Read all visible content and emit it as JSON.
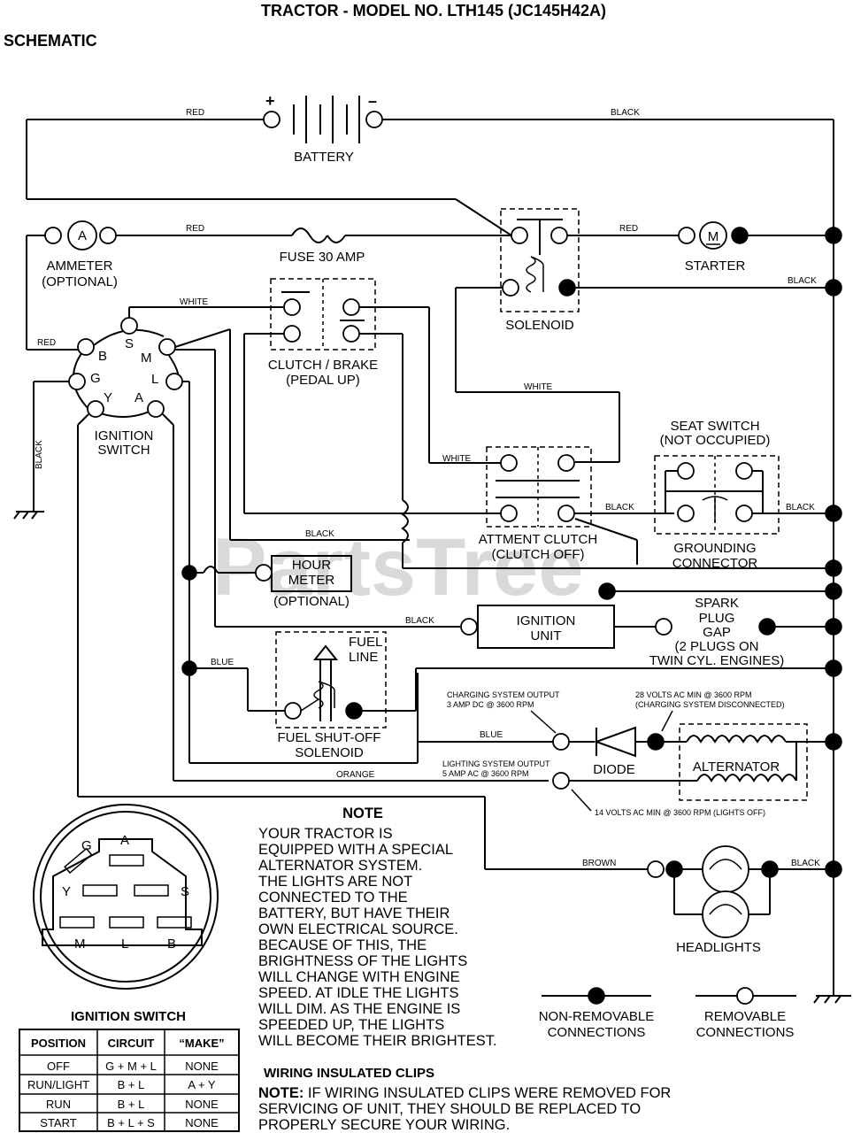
{
  "header": {
    "title": "TRACTOR - MODEL NO. LTH145 (JC145H42A)",
    "subtitle": "SCHEMATIC"
  },
  "watermark": "PartsTree",
  "components": {
    "battery": "BATTERY",
    "battery_plus": "+",
    "battery_minus": "–",
    "ammeter_symbol": "A",
    "ammeter_line1": "AMMETER",
    "ammeter_line2": "(OPTIONAL)",
    "fuse": "FUSE 30 AMP",
    "solenoid": "SOLENOID",
    "starter_symbol": "M",
    "starter": "STARTER",
    "clutch_line1": "CLUTCH / BRAKE",
    "clutch_line2": "(PEDAL UP)",
    "ign_switch_line1": "IGNITION",
    "ign_switch_line2": "SWITCH",
    "ign_terminals": [
      "S",
      "B",
      "M",
      "G",
      "L",
      "Y",
      "A"
    ],
    "seat_line1": "SEAT SWITCH",
    "seat_line2": "(NOT OCCUPIED)",
    "attm_line1": "ATTMENT CLUTCH",
    "attm_line2": "(CLUTCH OFF)",
    "grounding_line1": "GROUNDING",
    "grounding_line2": "CONNECTOR",
    "hour_line1": "HOUR",
    "hour_line2": "METER",
    "hour_line3": "(OPTIONAL)",
    "ign_unit_line1": "IGNITION",
    "ign_unit_line2": "UNIT",
    "spark_line1": "SPARK",
    "spark_line2": "PLUG",
    "spark_line3": "GAP",
    "spark_line4": "(2 PLUGS ON",
    "spark_line5": "TWIN CYL. ENGINES)",
    "fuel_line1": "FUEL",
    "fuel_line2": "LINE",
    "fuel_sol_line1": "FUEL SHUT-OFF",
    "fuel_sol_line2": "SOLENOID",
    "diode": "DIODE",
    "alternator": "ALTERNATOR",
    "headlights": "HEADLIGHTS",
    "charging_line1": "CHARGING SYSTEM OUTPUT",
    "charging_line2": "3 AMP DC @ 3600 RPM",
    "ac28_line1": "28 VOLTS AC MIN @ 3600 RPM",
    "ac28_line2": "(CHARGING SYSTEM DISCONNECTED)",
    "lighting_line1": "LIGHTING SYSTEM OUTPUT",
    "lighting_line2": "5 AMP AC @ 3600 RPM",
    "ac14": "14 VOLTS AC MIN @ 3600 RPM (LIGHTS OFF)"
  },
  "wires": {
    "red": "RED",
    "black": "BLACK",
    "white": "WHITE",
    "blue": "BLUE",
    "orange": "ORANGE",
    "brown": "BROWN"
  },
  "note": {
    "title": "NOTE",
    "lines": [
      "YOUR TRACTOR IS",
      "EQUIPPED WITH A SPECIAL",
      "ALTERNATOR SYSTEM.",
      "THE LIGHTS ARE NOT",
      "CONNECTED TO THE",
      "BATTERY, BUT HAVE THEIR",
      "OWN ELECTRICAL SOURCE.",
      "BECAUSE OF THIS, THE",
      "BRIGHTNESS OF THE LIGHTS",
      "WILL CHANGE WITH ENGINE",
      "SPEED.  AT IDLE THE LIGHTS",
      "WILL DIM.  AS THE ENGINE IS",
      "SPEEDED UP, THE LIGHTS",
      "WILL BECOME THEIR BRIGHTEST."
    ]
  },
  "legend": {
    "nonremovable_line1": "NON-REMOVABLE",
    "nonremovable_line2": "CONNECTIONS",
    "removable_line1": "REMOVABLE",
    "removable_line2": "CONNECTIONS"
  },
  "ignition_plug": {
    "terminals": [
      "G",
      "A",
      "Y",
      "S",
      "M",
      "L",
      "B"
    ],
    "title": "IGNITION SWITCH"
  },
  "ignition_table": {
    "headers": [
      "POSITION",
      "CIRCUIT",
      "“MAKE”"
    ],
    "rows": [
      [
        "OFF",
        "G + M + L",
        "NONE"
      ],
      [
        "RUN/LIGHT",
        "B + L",
        "A + Y"
      ],
      [
        "RUN",
        "B + L",
        "NONE"
      ],
      [
        "START",
        "B + L + S",
        "NONE"
      ]
    ]
  },
  "clips": {
    "title": "WIRING INSULATED CLIPS",
    "note_label": "NOTE:",
    "note_line1": " IF WIRING INSULATED CLIPS WERE REMOVED FOR",
    "note_line2": "SERVICING OF UNIT, THEY SHOULD BE REPLACED TO",
    "note_line3": "PROPERLY SECURE YOUR WIRING."
  }
}
